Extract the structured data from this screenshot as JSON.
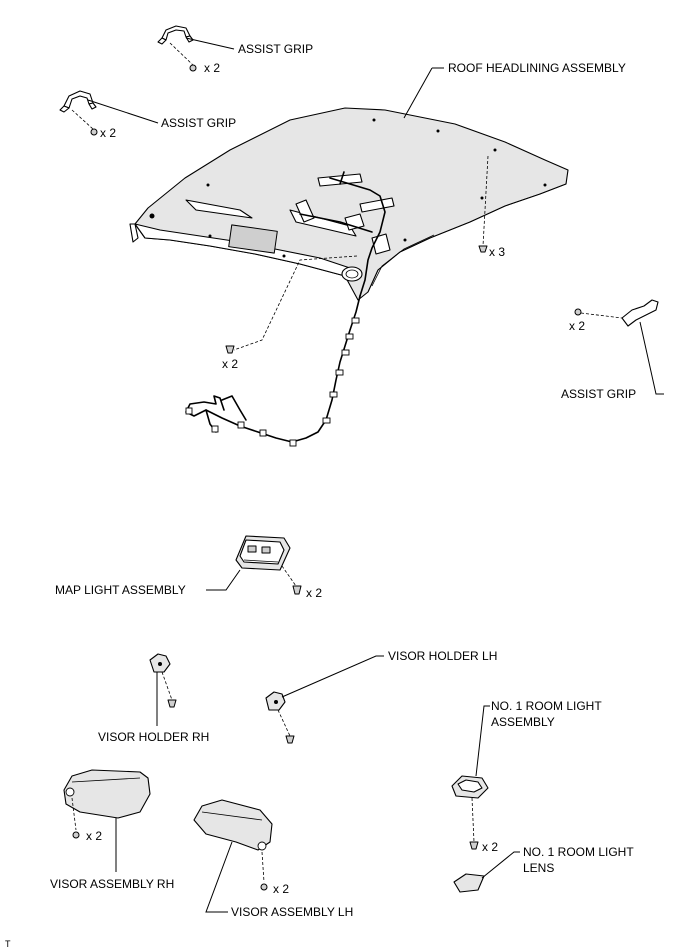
{
  "labels": {
    "assist_grip_top": "ASSIST GRIP",
    "assist_grip_left": "ASSIST GRIP",
    "assist_grip_right": "ASSIST GRIP",
    "roof_headlining": "ROOF HEADLINING ASSEMBLY",
    "map_light": "MAP LIGHT ASSEMBLY",
    "visor_holder_lh": "VISOR HOLDER LH",
    "visor_holder_rh": "VISOR HOLDER RH",
    "room_light_line1": "NO. 1 ROOM LIGHT",
    "room_light_line2": "ASSEMBLY",
    "room_lens_line1": "NO. 1 ROOM LIGHT",
    "room_lens_line2": "LENS",
    "visor_rh": "VISOR ASSEMBLY RH",
    "visor_lh": "VISOR ASSEMBLY LH"
  },
  "quantities": {
    "grip_top_screws": "x 2",
    "grip_left_screws": "x 2",
    "grip_right_screws": "x 2",
    "headlining_clips": "x 3",
    "headlining_clips_lower": "x 2",
    "map_light_screws": "x 2",
    "visor_rh_screws": "x 2",
    "visor_lh_screws": "x 2",
    "room_light_screws": "x 2"
  },
  "corner_mark": "T"
}
